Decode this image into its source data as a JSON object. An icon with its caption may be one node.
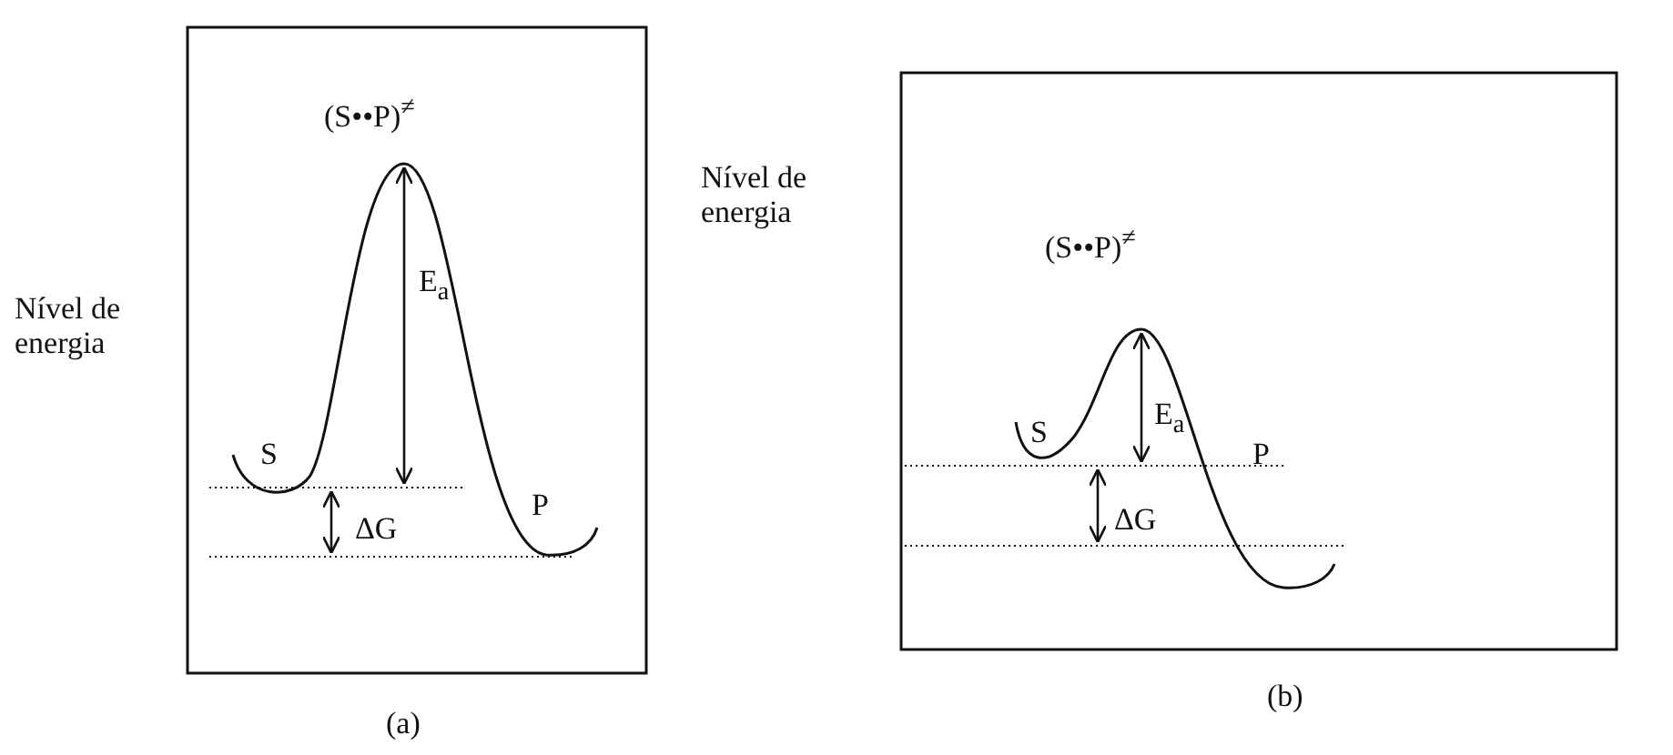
{
  "diagram": {
    "labels": [
      "Nível de energia",
      "(S••P)$^{≠}$",
      "E$_{a}$",
      "S",
      "P",
      "ΔG",
      "(a)",
      "Nível de energia",
      "(S••P)$^{≠}$",
      "S",
      "E$_{a}$",
      "P",
      "ΔG",
      "(b)"
    ]
  }
}
